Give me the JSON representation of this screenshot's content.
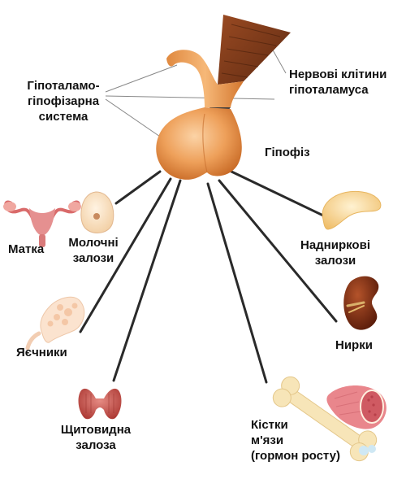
{
  "labels": {
    "hypothalamic_system": "Гіпоталамо-\nгіпофізарна\nсистема",
    "nerve_cells": "Нервові клітини\nгіпоталамуса",
    "pituitary": "Гіпофіз",
    "uterus": "Матка",
    "mammary": "Молочні\nзалози",
    "adrenal": "Надниркові\nзалози",
    "ovaries": "Яєчники",
    "kidneys": "Нирки",
    "thyroid": "Щитовидна\nзалоза",
    "bones_muscles": "Кістки\nм'язи\n(гормон росту)"
  },
  "colors": {
    "gland": "#e8944a",
    "tissue": "#7a3a1e",
    "line": "#2a2a2a",
    "thyroid": "#c0504d",
    "kidney": "#7a2a12",
    "adrenal": "#f3c77a",
    "bone": "#f6e3b4",
    "muscle": "#e0707a"
  },
  "icons": [
    "uterus-icon",
    "mammary-gland-icon",
    "ovary-icon",
    "thyroid-icon",
    "bone-icon",
    "muscle-icon",
    "kidney-icon",
    "adrenal-gland-icon",
    "pituitary-gland-icon",
    "hypothalamus-tissue-icon"
  ]
}
